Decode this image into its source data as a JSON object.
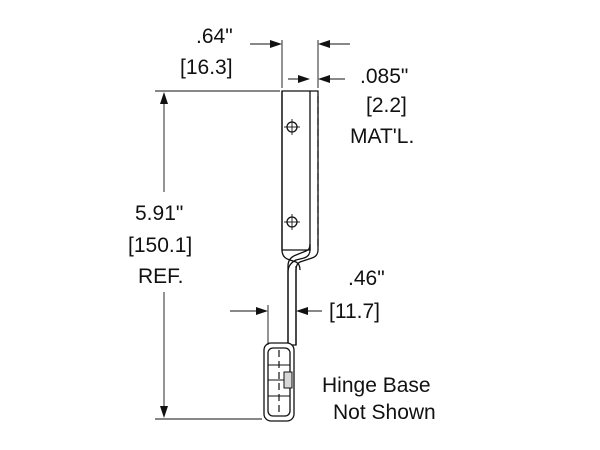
{
  "dimensions": {
    "width_in": ".64\"",
    "width_mm": "[16.3]",
    "material_in": ".085\"",
    "material_mm": "[2.2]",
    "material_label": "MAT'L.",
    "height_in": "5.91\"",
    "height_mm": "[150.1]",
    "height_ref": "REF.",
    "offset_in": ".46\"",
    "offset_mm": "[11.7]"
  },
  "notes": {
    "line1": "Hinge Base",
    "line2": "Not Shown"
  },
  "colors": {
    "ink": "#111111",
    "background": "#ffffff",
    "shading": "#d8d8d8"
  }
}
